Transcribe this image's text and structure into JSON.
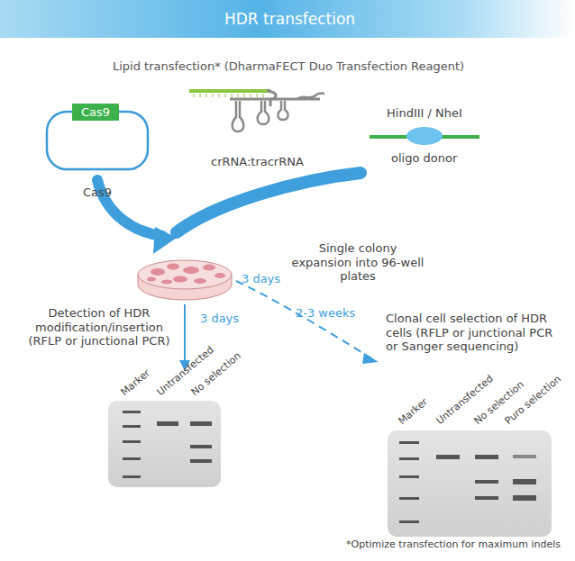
{
  "diagram": {
    "title": "HDR transfection",
    "nodes": [
      {
        "text": [
          "Cas9"
        ]
      }
    ],
    "labels": [
      "Lipid transfection* (DharmaFECT Duo Transfection Reagent)",
      "Cas9",
      "crRNA:tracrRNA",
      "HindIII / NheI",
      "oligo donor",
      "3 days",
      "Single colony expansion into 96-well plates",
      "3 days",
      "Detection of HDR modification/insertion (RFLP or junctional PCR)",
      "2-3 weeks",
      "Clonal cell selection of HDR cells (RFLP or junctional PCR or Sanger sequencing)",
      "Marker",
      "Untransfected",
      "No selection",
      "Marker",
      "Untransfected",
      "No selection",
      "Puro selection",
      "*Optimize transfection for maximum indels"
    ]
  }
}
